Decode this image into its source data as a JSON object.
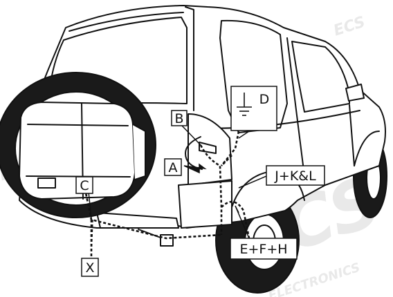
{
  "watermark": {
    "brand": "ECS",
    "word": "ELECTRONICS"
  },
  "callouts": {
    "a": "A",
    "b": "B",
    "c": "C",
    "d": "D",
    "x": "X",
    "jkl": "J+K&L",
    "efh": "E+F+H"
  }
}
